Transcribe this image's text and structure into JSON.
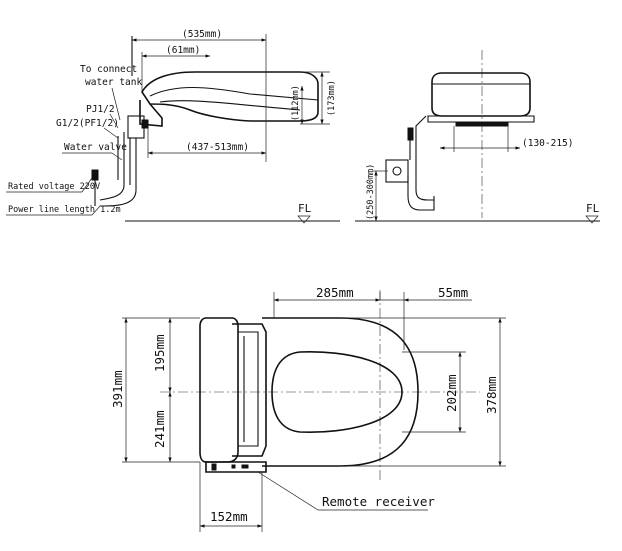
{
  "side_view": {
    "dim_overall": "(535mm)",
    "dim_lid": "(61mm)",
    "dim_height": "(173mm)",
    "dim_seat_height": "(112mm)",
    "dim_bolt_range": "(437-513mm)",
    "label_tank_line1": "To connect",
    "label_tank_line2": "water tank",
    "label_pj": "PJ1/2",
    "label_g": "G1/2(PF1/2)",
    "label_valve": "Water valve",
    "label_voltage": "Rated voltage 220V",
    "label_power": "Power line length 1.2m",
    "floor_label": "FL"
  },
  "rear_view": {
    "dim_hole_spacing": "(130-215)",
    "dim_outlet_height": "(250-300mm)",
    "floor_label": "FL"
  },
  "top_view": {
    "dim_285": "285mm",
    "dim_55": "55mm",
    "dim_195": "195mm",
    "dim_241": "241mm",
    "dim_391": "391mm",
    "dim_202": "202mm",
    "dim_378": "378mm",
    "dim_152": "152mm",
    "label_remote": "Remote receiver"
  }
}
